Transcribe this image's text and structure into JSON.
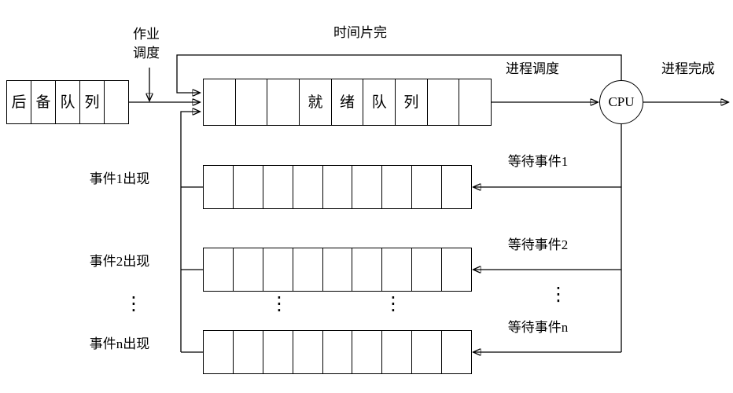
{
  "labels": {
    "job_scheduling": "作业调度",
    "time_slice_done": "时间片完",
    "process_scheduling": "进程调度",
    "process_complete": "进程完成",
    "cpu": "CPU"
  },
  "backup_queue": {
    "cells": [
      "后",
      "备",
      "队",
      "列",
      ""
    ]
  },
  "ready_queue": {
    "cells": [
      "",
      "",
      "",
      "就",
      "绪",
      "队",
      "列",
      "",
      ""
    ]
  },
  "waiting_queues": [
    {
      "left_label": "事件1出现",
      "right_label": "等待事件1",
      "cells": [
        "",
        "",
        "",
        "",
        "",
        "",
        "",
        "",
        ""
      ]
    },
    {
      "left_label": "事件2出现",
      "right_label": "等待事件2",
      "cells": [
        "",
        "",
        "",
        "",
        "",
        "",
        "",
        "",
        ""
      ]
    },
    {
      "left_label": "事件n出现",
      "right_label": "等待事件n",
      "cells": [
        "",
        "",
        "",
        "",
        "",
        "",
        "",
        "",
        ""
      ]
    }
  ],
  "ellipsis": "⋮"
}
